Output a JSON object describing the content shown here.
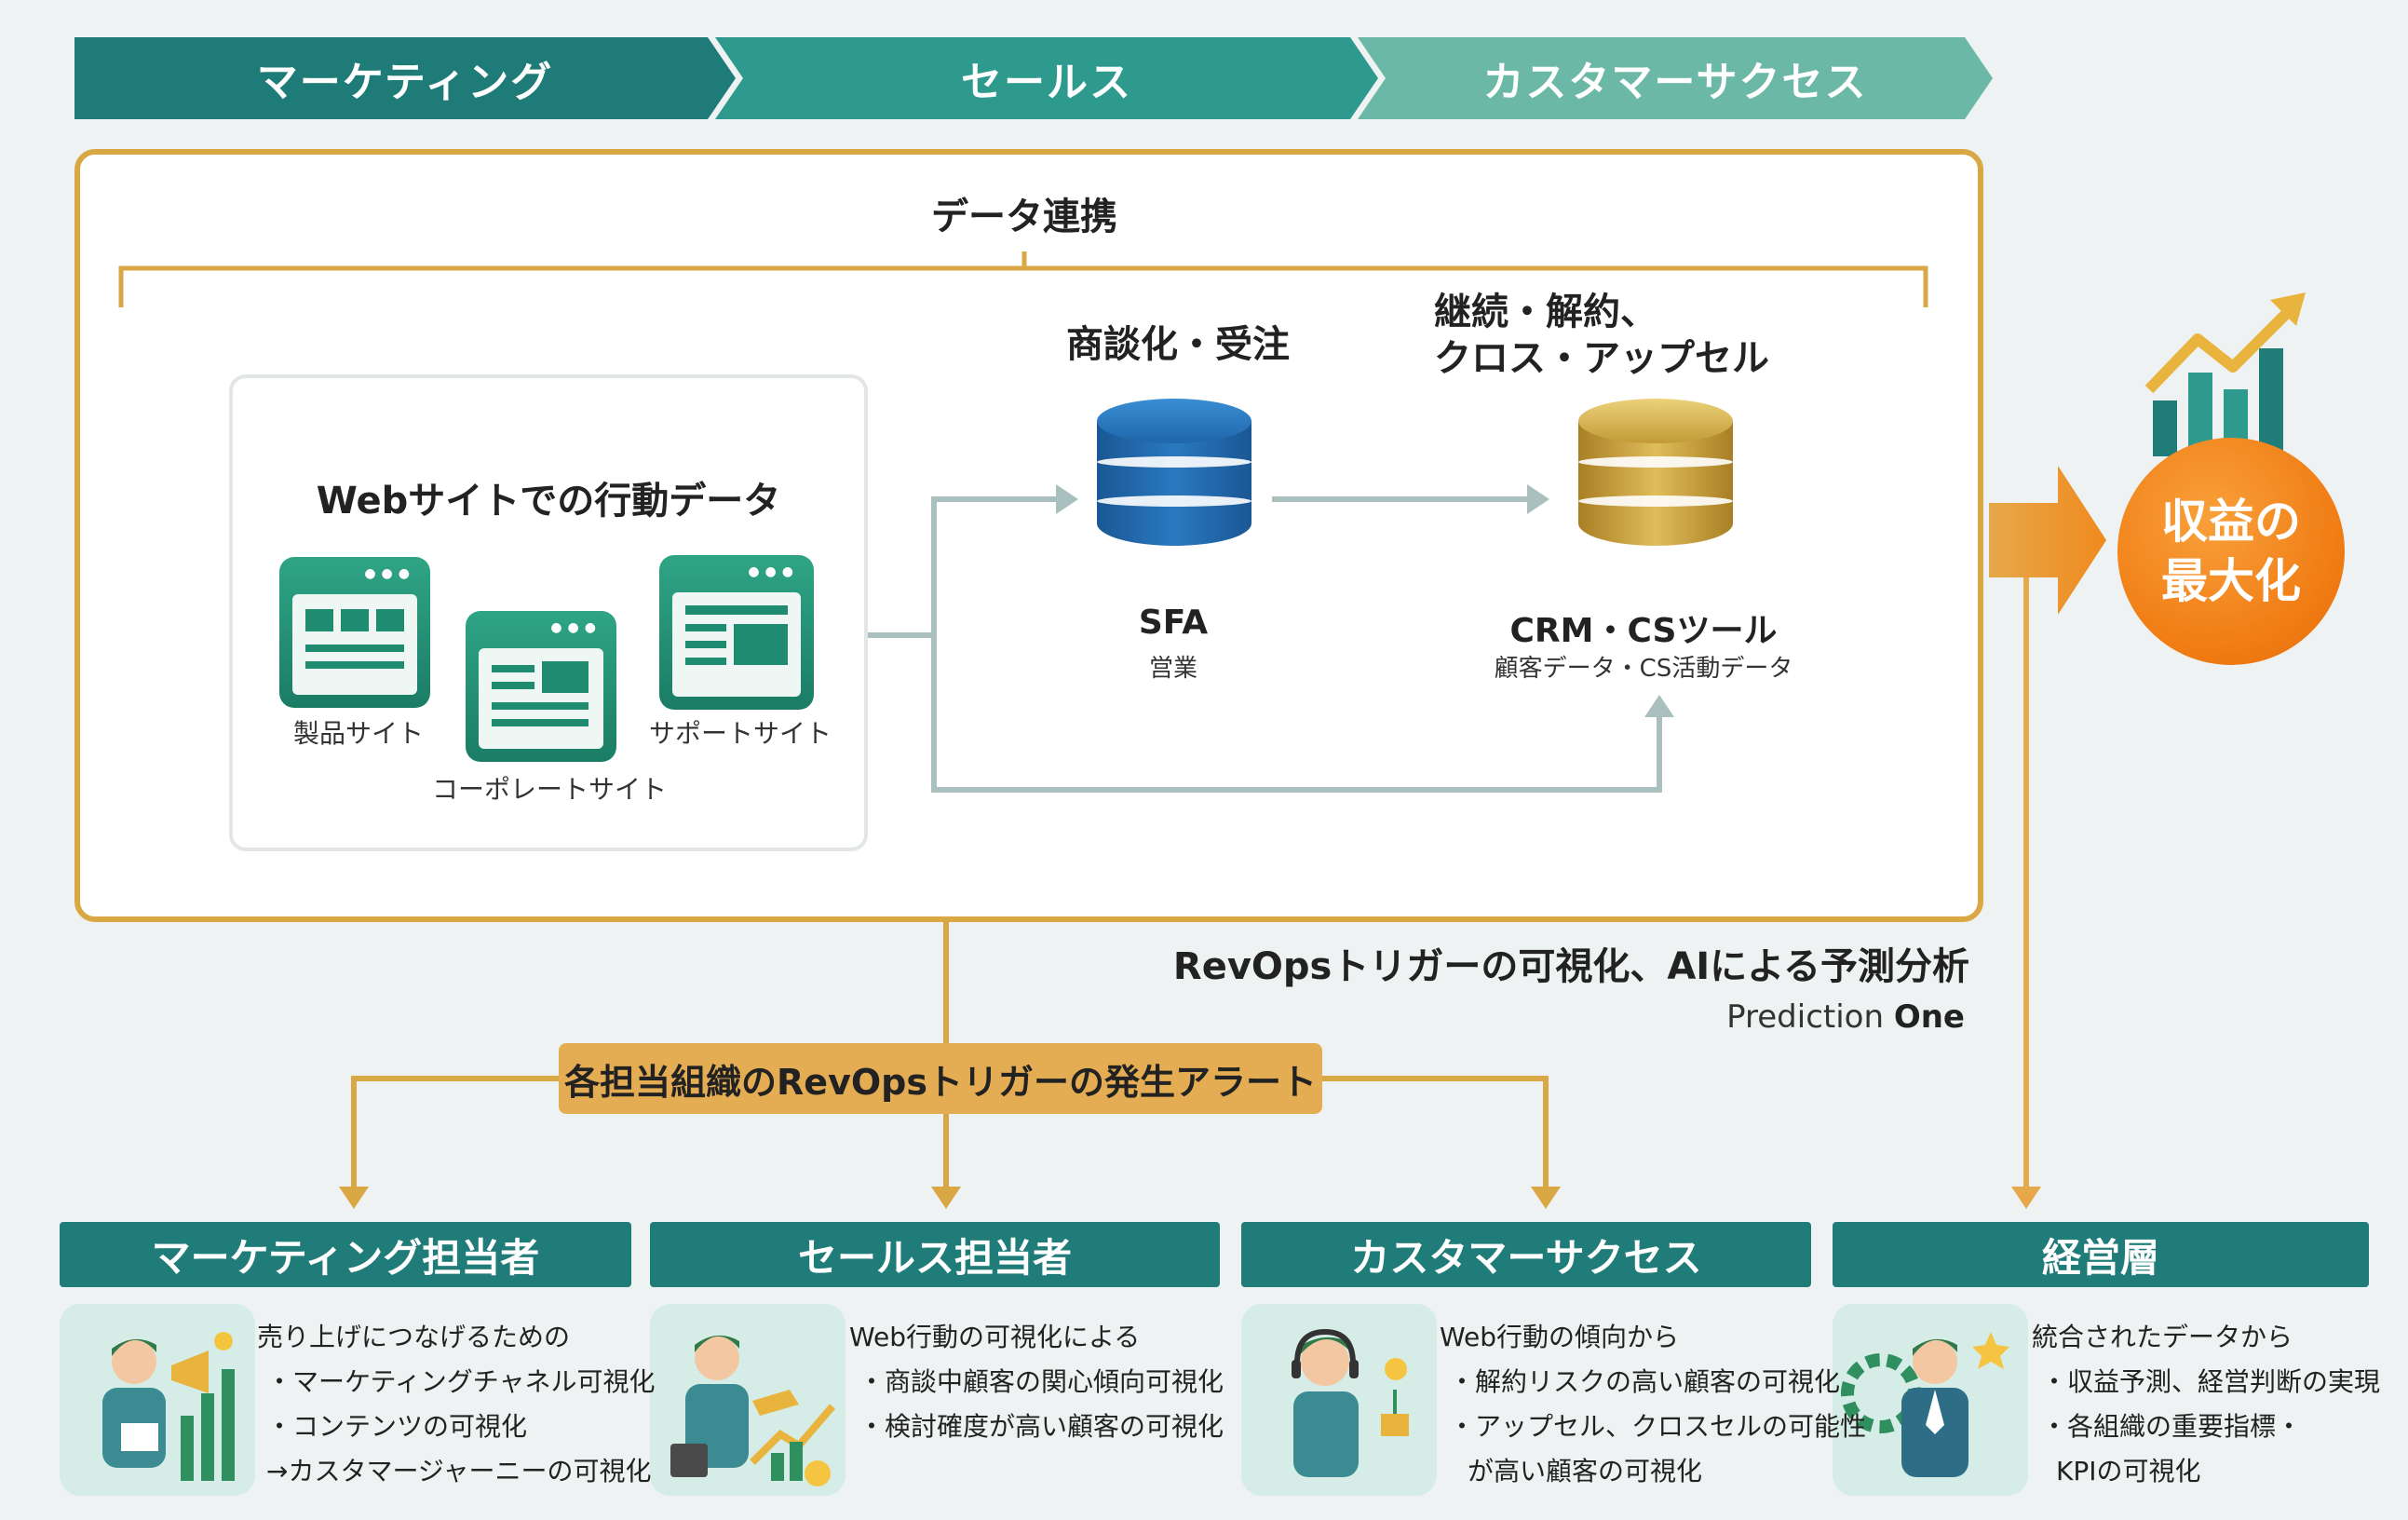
{
  "stages": [
    "マーケティング",
    "セールス",
    "カスタマーサクセス"
  ],
  "frame": {
    "title": "データ連携",
    "web": {
      "title": "Webサイトでの行動データ",
      "sites": [
        "製品サイト",
        "コーポレートサイト",
        "サポートサイト"
      ]
    },
    "sfa": {
      "top_title": "商談化・受注",
      "name": "SFA",
      "sub": "営業"
    },
    "crm": {
      "top_title_lines": [
        "継続・解約、",
        "クロス・アップセル"
      ],
      "name": "CRM・CSツール",
      "sub": "顧客データ・CS活動データ"
    }
  },
  "revops_caption": "RevOpsトリガーの可視化、AIによる予測分析",
  "prediction": {
    "prefix": "Prediction",
    "bold": "One"
  },
  "alert": "各担当組織のRevOpsトリガーの発生アラート",
  "revenue": [
    "収益の",
    "最大化"
  ],
  "roles": [
    {
      "title": "マーケティング担当者",
      "lines": [
        "売り上げにつなげるための",
        "・マーケティングチャネル可視化",
        "・コンテンツの可視化",
        "→カスタマージャーニーの可視化"
      ]
    },
    {
      "title": "セールス担当者",
      "lines": [
        "Web行動の可視化による",
        "・商談中顧客の関心傾向可視化",
        "・検討確度が高い顧客の可視化"
      ]
    },
    {
      "title": "カスタマーサクセス",
      "lines": [
        "Web行動の傾向から",
        "・解約リスクの高い顧客の可視化",
        "・アップセル、クロスセルの可能性",
        "が高い顧客の可視化"
      ]
    },
    {
      "title": "経営層",
      "lines": [
        "統合されたデータから",
        "・収益予測、経営判断の実現",
        "・各組織の重要指標・",
        "KPIの可視化"
      ]
    }
  ],
  "colors": {
    "teal_dark": "#1f7c78",
    "teal_mid": "#2e9a8e",
    "teal_light": "#6cb8a6",
    "gold": "#d9a844",
    "orange": "#f07a12",
    "sfa_blue": "#1c5f9e",
    "crm_gold": "#c9a13c",
    "connector_gray": "#a9c0bf"
  }
}
